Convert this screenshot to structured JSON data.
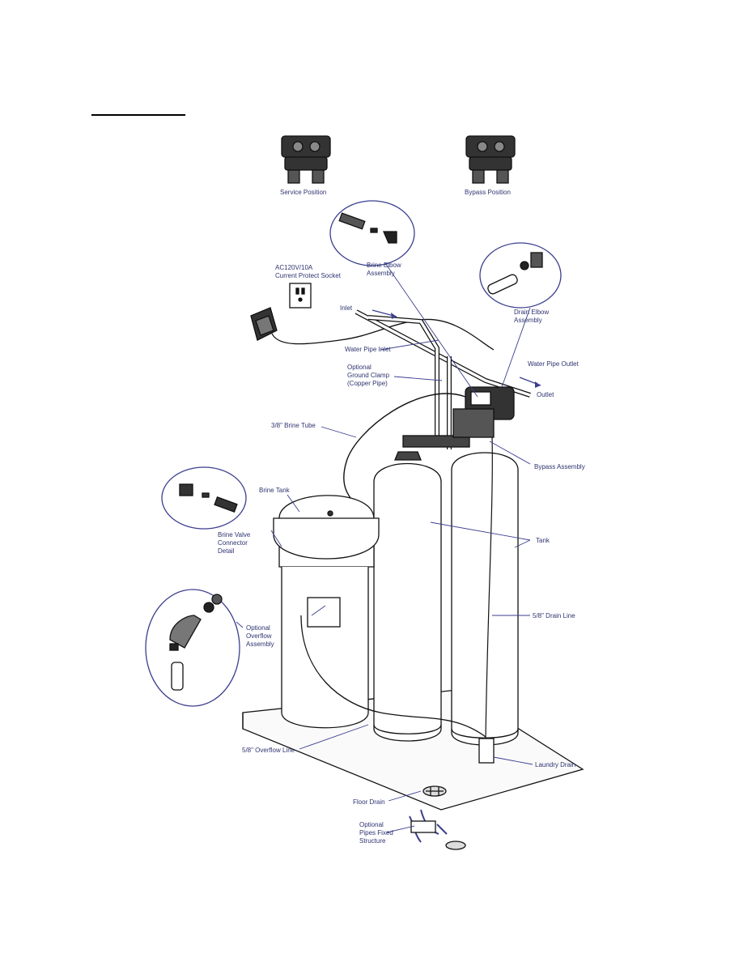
{
  "labels": {
    "service_position": "Service Position",
    "bypass_position": "Bypass Position",
    "brine_elbow": "Brine Elbow\nAssembly",
    "socket": "AC120V/10A\nCurrent Protect Socket",
    "drain_elbow": "Drain Elbow\nAssembly",
    "inlet": "Inlet",
    "water_pipe_inlet": "Water Pipe Inlet",
    "water_pipe_outlet": "Water Pipe Outlet",
    "outlet": "Outlet",
    "ground_clamp": "Optional\nGround Clamp\n(Copper Pipe)",
    "brine_tube": "3/8\" Brine Tube",
    "bypass_assembly": "Bypass Assembly",
    "brine_tank": "Brine Tank",
    "tank": "Tank",
    "brine_valve_connector": "Brine Valve\nConnector\nDetail",
    "overflow_assembly": "Optional\nOverflow\nAssembly",
    "drain_line": "5/8\" Drain Line",
    "overflow_line": "5/8\" Overflow Line",
    "laundry_drain": "Laundry Drain",
    "floor_drain": "Floor Drain",
    "pipes_fixed": "Optional\nPipes Fixed\nStructure"
  },
  "colors": {
    "label_text": "#2e3470",
    "leader_line": "#3b3f8f",
    "outline": "#111111"
  }
}
